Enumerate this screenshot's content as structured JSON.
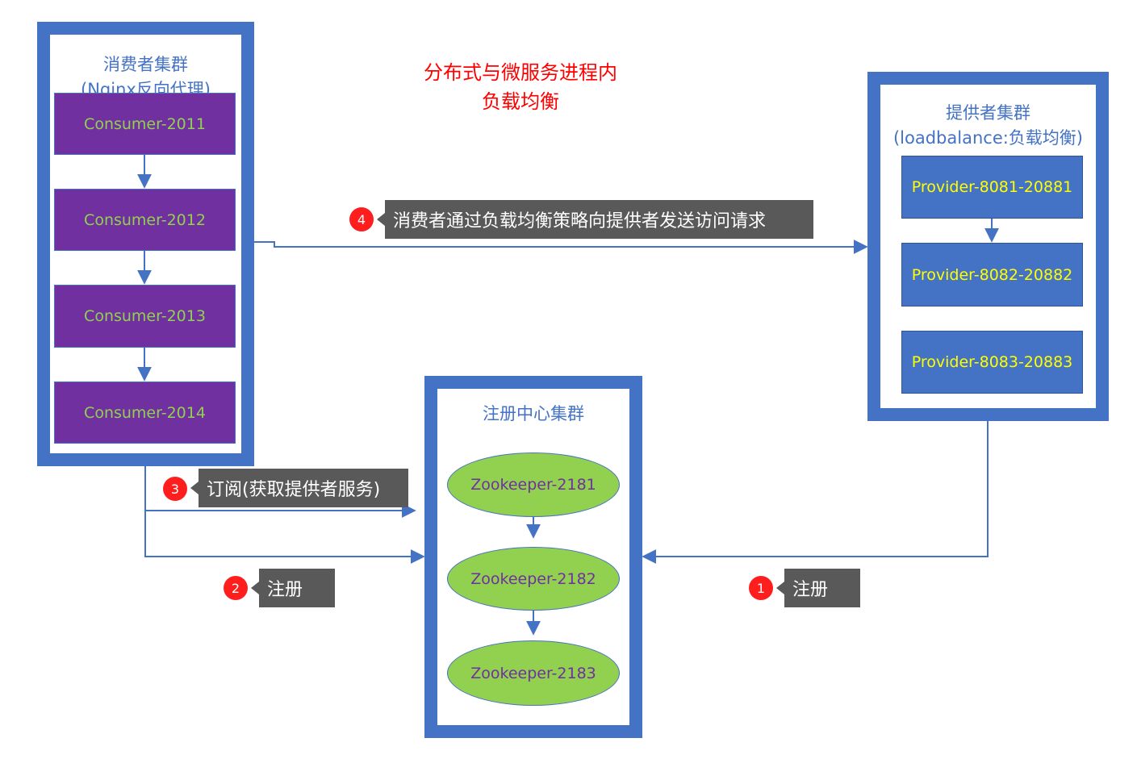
{
  "title": {
    "line1": "分布式与微服务进程内",
    "line2": "负载均衡"
  },
  "consumer_cluster": {
    "title_line1": "消费者集群",
    "title_line2": "(Nginx反向代理)",
    "nodes": [
      "Consumer-2011",
      "Consumer-2012",
      "Consumer-2013",
      "Consumer-2014"
    ]
  },
  "provider_cluster": {
    "title_line1": "提供者集群",
    "title_line2": "(loadbalance:负载均衡)",
    "nodes": [
      "Provider-8081-20881",
      "Provider-8082-20882",
      "Provider-8083-20883"
    ]
  },
  "registry_cluster": {
    "title": "注册中心集群",
    "nodes": [
      "Zookeeper-2181",
      "Zookeeper-2182",
      "Zookeeper-2183"
    ]
  },
  "steps": [
    {
      "number": "1",
      "label": "注册"
    },
    {
      "number": "2",
      "label": "注册"
    },
    {
      "number": "3",
      "label": "订阅(获取提供者服务)"
    },
    {
      "number": "4",
      "label": "消费者通过负载均衡策略向提供者发送访问请求"
    }
  ],
  "colors": {
    "frame": "#4472c4",
    "consumer_fill": "#7030a0",
    "consumer_text": "#92d050",
    "provider_fill": "#4472c4",
    "provider_text": "#ffff00",
    "zookeeper_fill": "#92d050",
    "zookeeper_text": "#7030a0",
    "title_text": "#ff0000",
    "callout_fill": "#595959",
    "badge_fill": "#ff1e1e"
  }
}
